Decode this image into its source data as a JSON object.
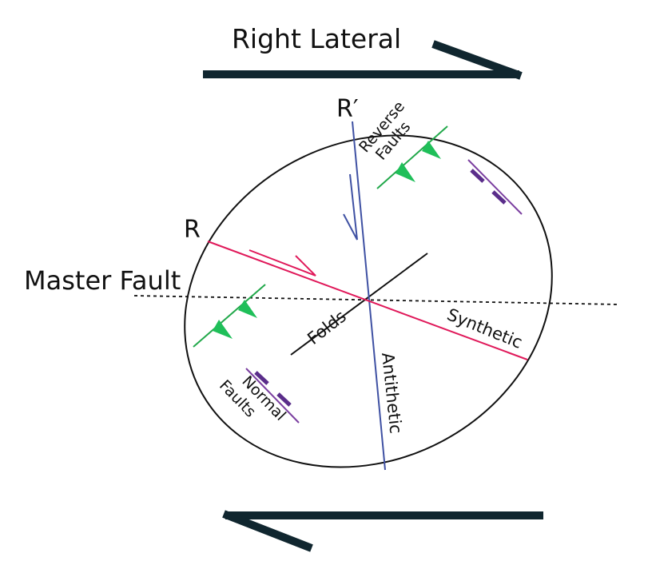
{
  "labels": {
    "top_arrow": "Right Lateral",
    "r_prime": "R′",
    "r": "R",
    "master_fault": "Master Fault",
    "reverse_faults": [
      "Reverse",
      "Faults"
    ],
    "normal_faults": [
      "Normal",
      "Faults"
    ],
    "folds": "Folds",
    "synthetic": "Synthetic",
    "antithetic": "Antithetic"
  },
  "colors": {
    "arrow": "#10262f",
    "outline": "#111111",
    "r_shear": "#e0195a",
    "r_prime_shear": "#3f51a3",
    "reverse_fault": "#21a84a",
    "reverse_tooth": "#1fbf59",
    "normal_fault": "#7b3fa0",
    "normal_tick": "#5a2d8a"
  }
}
